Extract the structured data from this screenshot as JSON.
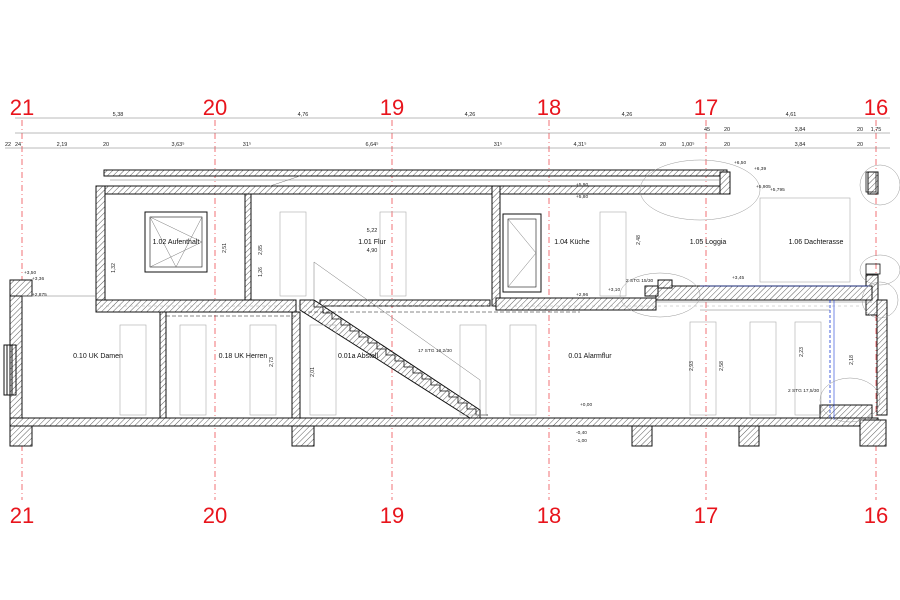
{
  "axes": [
    "21",
    "20",
    "19",
    "18",
    "17",
    "16"
  ],
  "top_dims": {
    "row1": [
      "5,38",
      "4,76",
      "4,26",
      "4,26",
      "4,61"
    ],
    "row2": [
      "22",
      "24",
      "2,19",
      "20",
      "3,63⁵",
      "31⁵",
      "6,64⁵",
      "31⁵",
      "4,31⁵",
      "20",
      "1,00⁵",
      "20",
      "3,84",
      "20"
    ],
    "row3": [
      "45",
      "20",
      "3,84",
      "20",
      "1,75"
    ]
  },
  "rooms": {
    "upper": [
      "1.02 Aufenthalt",
      "1.01 Flur",
      "1.04 Küche",
      "1.05 Loggia",
      "1.06 Dachterasse"
    ],
    "lower": [
      "0.10 UK Damen",
      "0.18 UK Herren",
      "0.01a Abstell",
      "0.01 Alarmflur"
    ]
  },
  "stairs": {
    "main": "17 STG 18,2/30",
    "loggia": "2 STG 15/30",
    "terrace": "2 STG 17,5/30"
  },
  "levels": [
    "+6,50",
    "+6,39",
    "+5,905",
    "+5,795",
    "+5,90",
    "+5,80",
    "+3,45",
    "+3,10",
    "+2,96",
    "+3,50",
    "+3,36",
    "+2,875",
    "+0,00",
    "-0,40",
    "-1,00"
  ],
  "vertical_dims": [
    "2,51",
    "2,73",
    "2,93",
    "2,58",
    "2,23",
    "2,18",
    "2,01",
    "2,48",
    "1,32",
    "1,26",
    "2,85",
    "5,22",
    "4,90"
  ]
}
